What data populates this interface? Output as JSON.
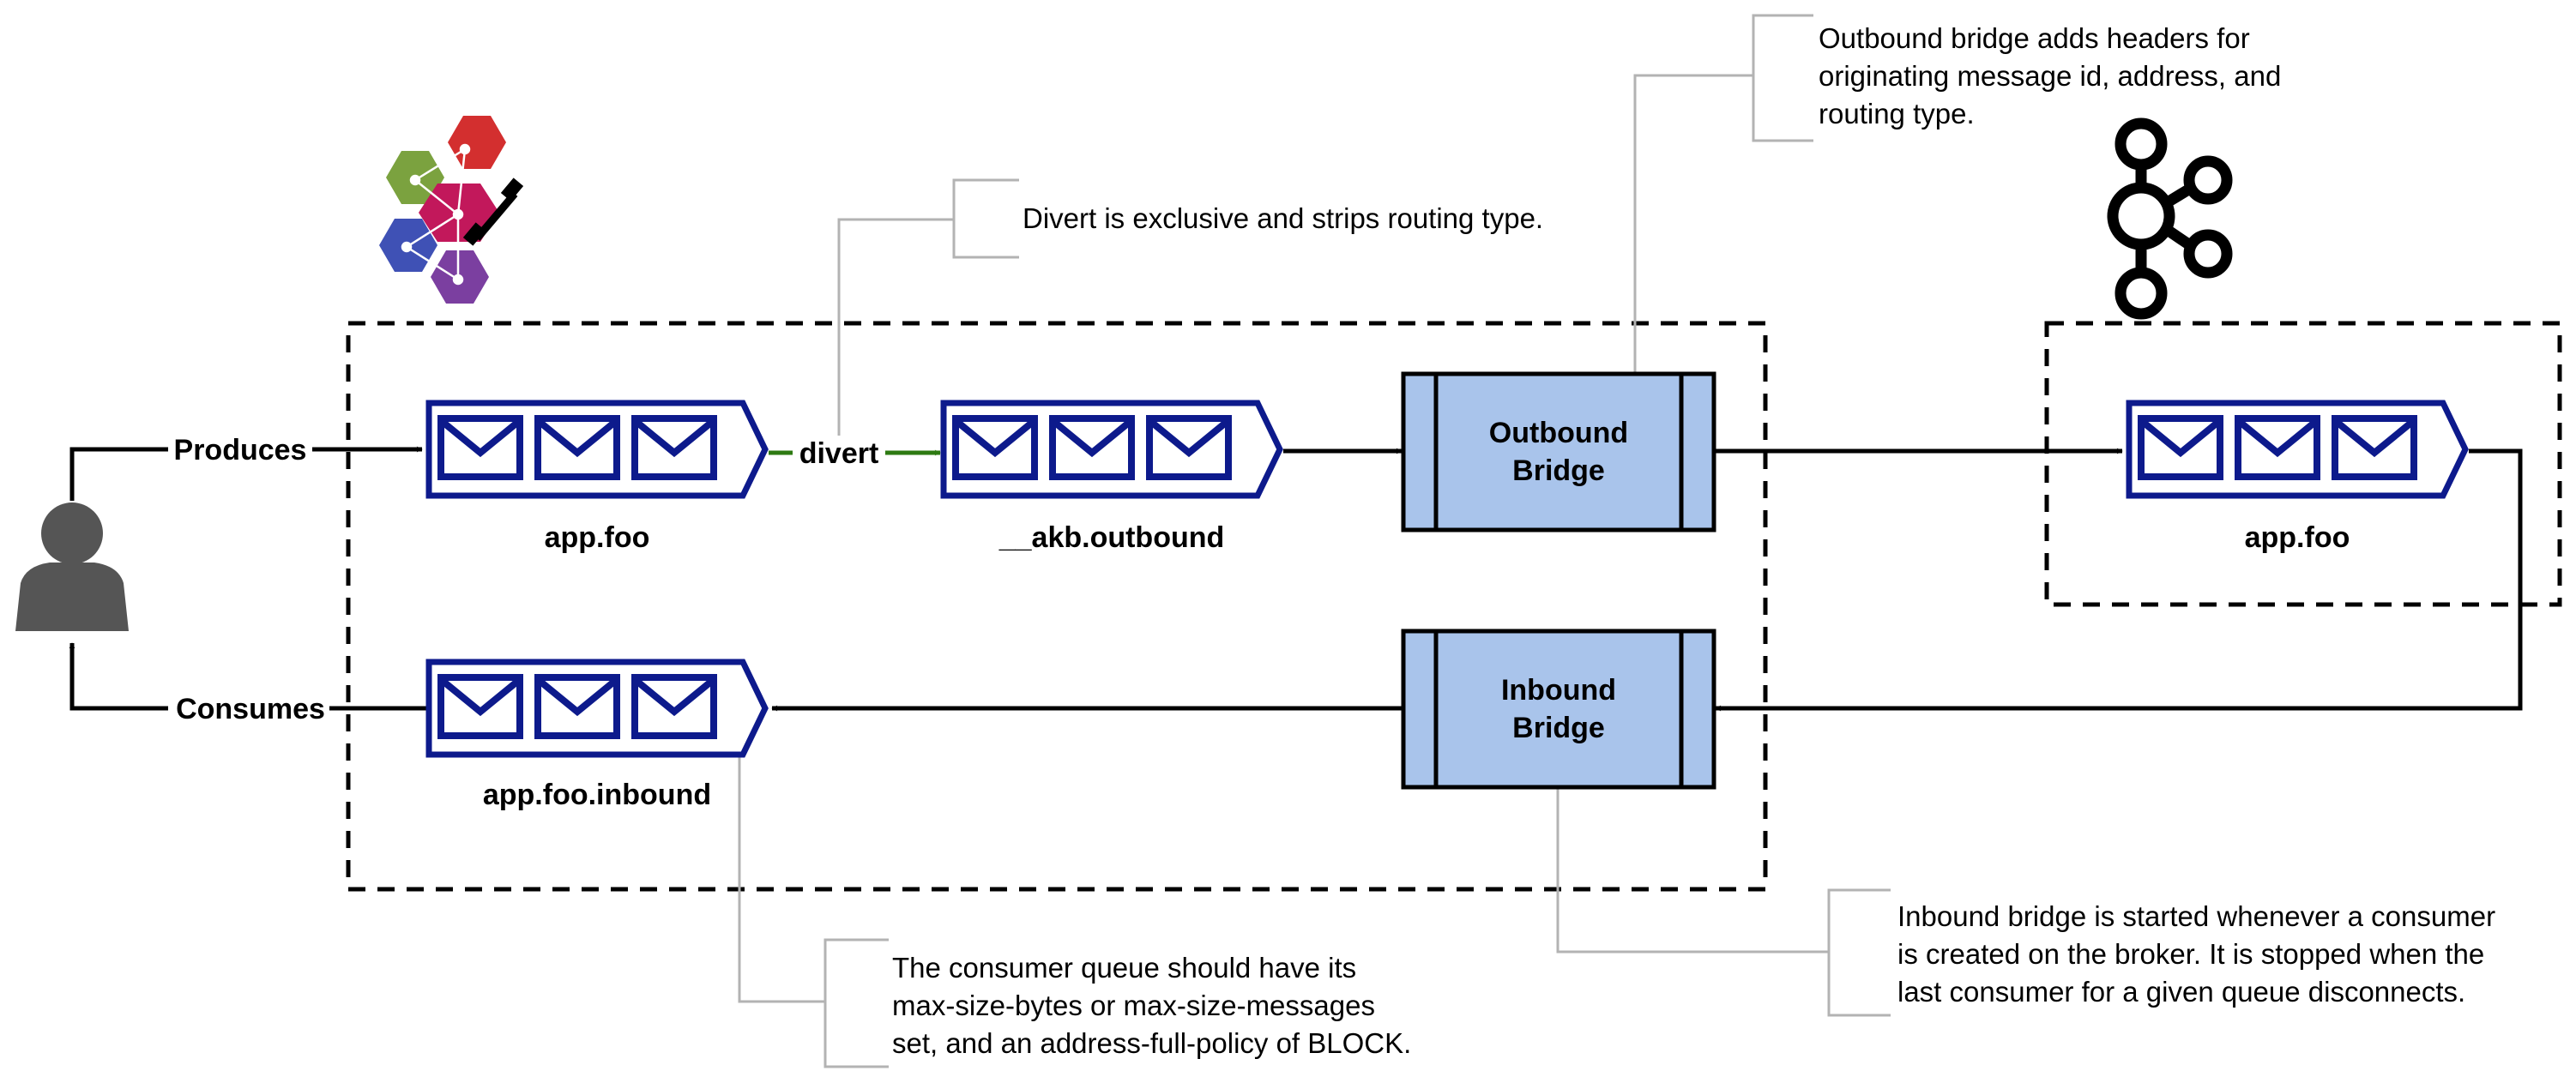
{
  "colors": {
    "queue_stroke": "#0d1a8c",
    "bridge_fill": "#a9c4eb",
    "divert_arrow": "#2d7a12",
    "note_line": "#b3b3b3",
    "user": "#555555",
    "artemis_logo": [
      "#d32f2f",
      "#7ba23f",
      "#c2185b",
      "#3f51b5",
      "#7b3fa0"
    ]
  },
  "icons": {
    "user": "person-icon",
    "artemis": "artemis-logo-icon",
    "kafka": "kafka-logo-icon",
    "envelope": "envelope-icon"
  },
  "edges": {
    "produces": "Produces",
    "consumes": "Consumes",
    "divert": "divert"
  },
  "queues": {
    "app_foo": "app.foo",
    "akb_outbound": "__akb.outbound",
    "kafka_app_foo": "app.foo",
    "app_foo_inbound": "app.foo.inbound"
  },
  "bridges": {
    "outbound_line1": "Outbound",
    "outbound_line2": "Bridge",
    "inbound_line1": "Inbound",
    "inbound_line2": "Bridge"
  },
  "notes": {
    "divert": [
      "Divert is exclusive and strips routing type."
    ],
    "outbound": [
      "Outbound bridge adds headers for",
      "originating message id, address, and",
      "routing type."
    ],
    "consumer_queue": [
      "The consumer queue should have its",
      "max-size-bytes or max-size-messages",
      "set, and an address-full-policy of BLOCK."
    ],
    "inbound": [
      "Inbound bridge is started whenever a consumer",
      "is created on the broker. It is stopped when the",
      "last consumer for a given queue disconnects."
    ]
  }
}
